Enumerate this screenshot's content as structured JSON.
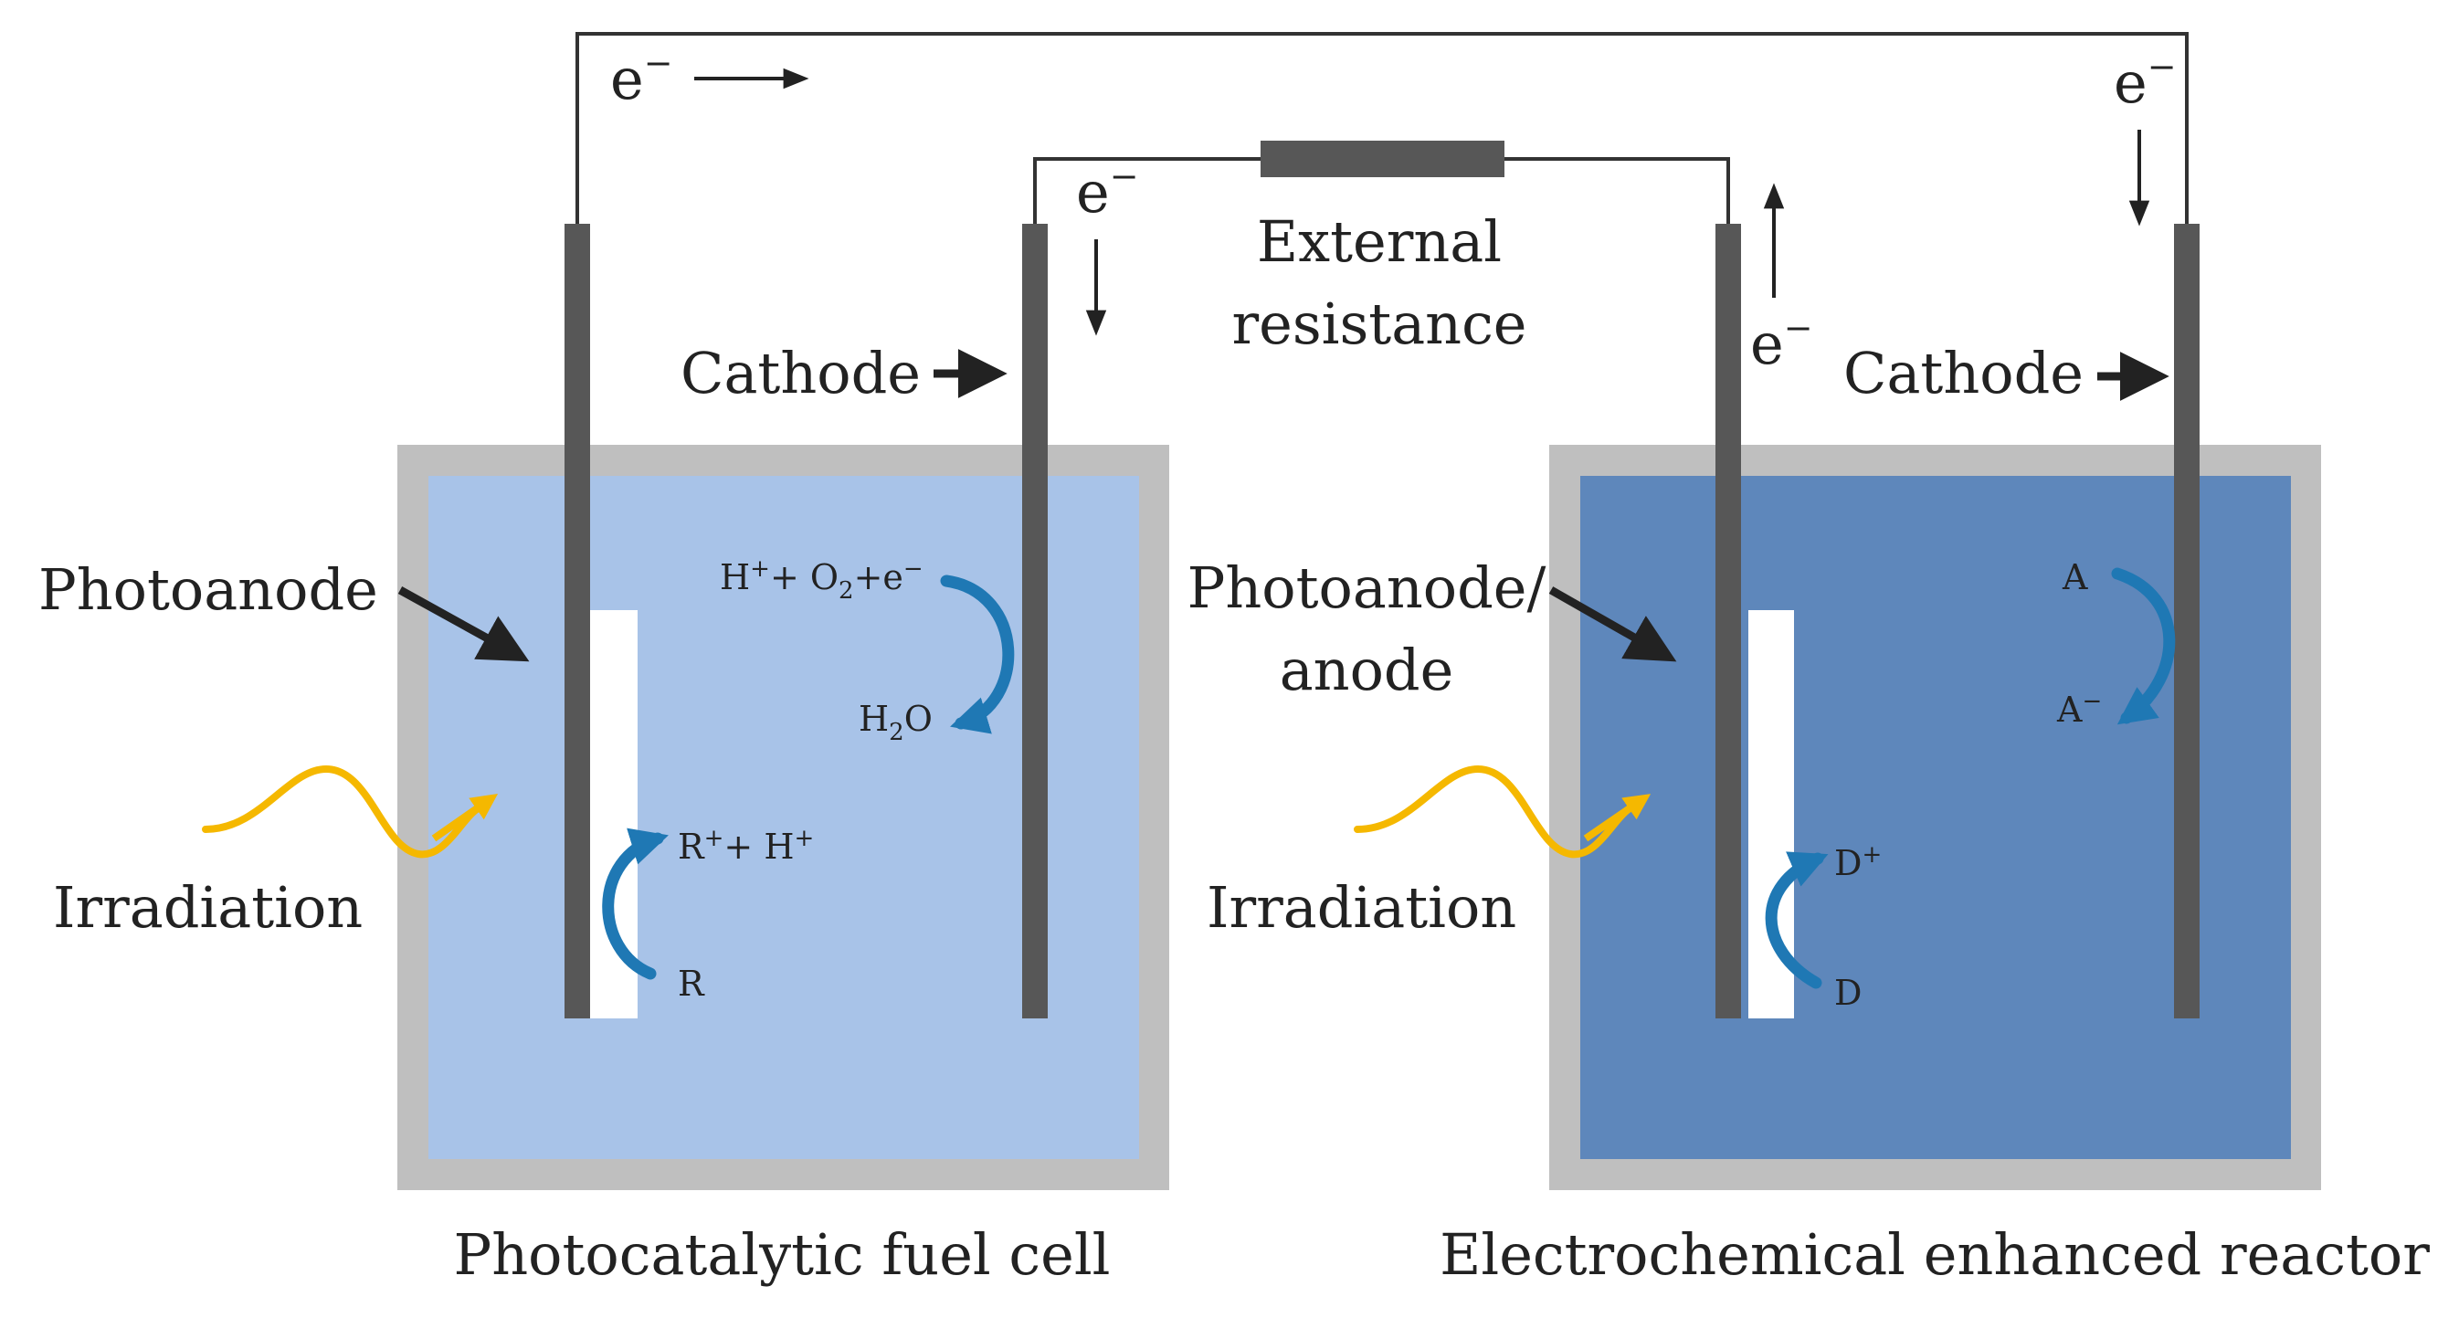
{
  "labels": {
    "electron": "e",
    "electron_sup": "−",
    "external_resistance_1": "External",
    "external_resistance_2": "resistance",
    "cathode_left": "Cathode",
    "cathode_right": "Cathode",
    "photoanode_left": "Photoanode",
    "photoanode_right_1": "Photoanode/",
    "photoanode_right_2": "anode",
    "irradiation_left": "Irradiation",
    "irradiation_right": "Irradiation",
    "caption_left": "Photocatalytic fuel cell",
    "caption_right": "Electrochemical enhanced reactor"
  },
  "reactions": {
    "left_cathode_reactant": {
      "h": "H",
      "plus": "+",
      "o2": "+ O",
      "two": "2",
      "tail": "+e",
      "minus": "−"
    },
    "left_cathode_product": {
      "h": "H",
      "two": "2",
      "o": "O"
    },
    "left_anode_product": {
      "r": "R",
      "plus": "+",
      "rest": "+ H",
      "plus2": "+"
    },
    "left_anode_reactant": "R",
    "right_anode_product": {
      "d": "D",
      "plus": "+"
    },
    "right_anode_reactant": "D",
    "right_cathode_reactant": "A",
    "right_cathode_product": {
      "a": "A",
      "minus": "−"
    }
  },
  "colors": {
    "left_electrolyte": "#a8c3e8",
    "right_electrolyte": "#5e87bb",
    "tank_wall": "#bfbfbf",
    "electrode": "#575757",
    "wire": "#333333",
    "reaction_arrow": "#1f78b4",
    "irradiation": "#f5b800",
    "photoanode_coating": "#ffffff"
  }
}
